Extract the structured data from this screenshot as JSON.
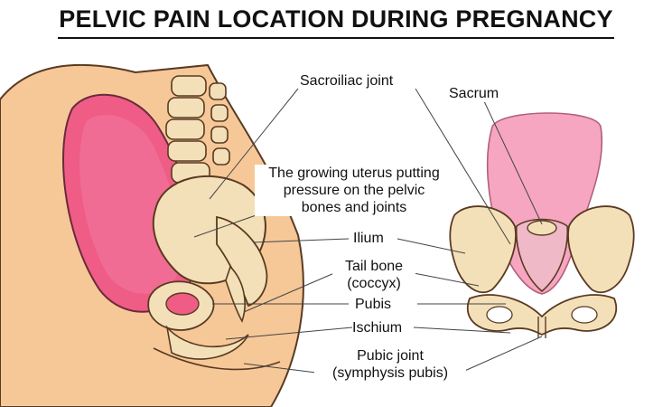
{
  "title": "PELVIC PAIN LOCATION DURING PREGNANCY",
  "labels": {
    "sacroiliac": "Sacroiliac joint",
    "sacrum": "Sacrum",
    "uterus_line1": "The growing uterus putting",
    "uterus_line2": "pressure on the pelvic",
    "uterus_line3": "bones and joints",
    "ilium": "Ilium",
    "tailbone_line1": "Tail bone",
    "tailbone_line2": "(coccyx)",
    "pubis": "Pubis",
    "ischium": "Ischium",
    "pubic_joint_line1": "Pubic joint",
    "pubic_joint_line2": "(symphysis pubis)"
  },
  "colors": {
    "skin": "#f6c898",
    "skin_outline": "#5a3a22",
    "bone": "#f3e0b8",
    "uterus": "#ef5c86",
    "uterus_light": "#f6a6c0",
    "leader": "#444444"
  }
}
